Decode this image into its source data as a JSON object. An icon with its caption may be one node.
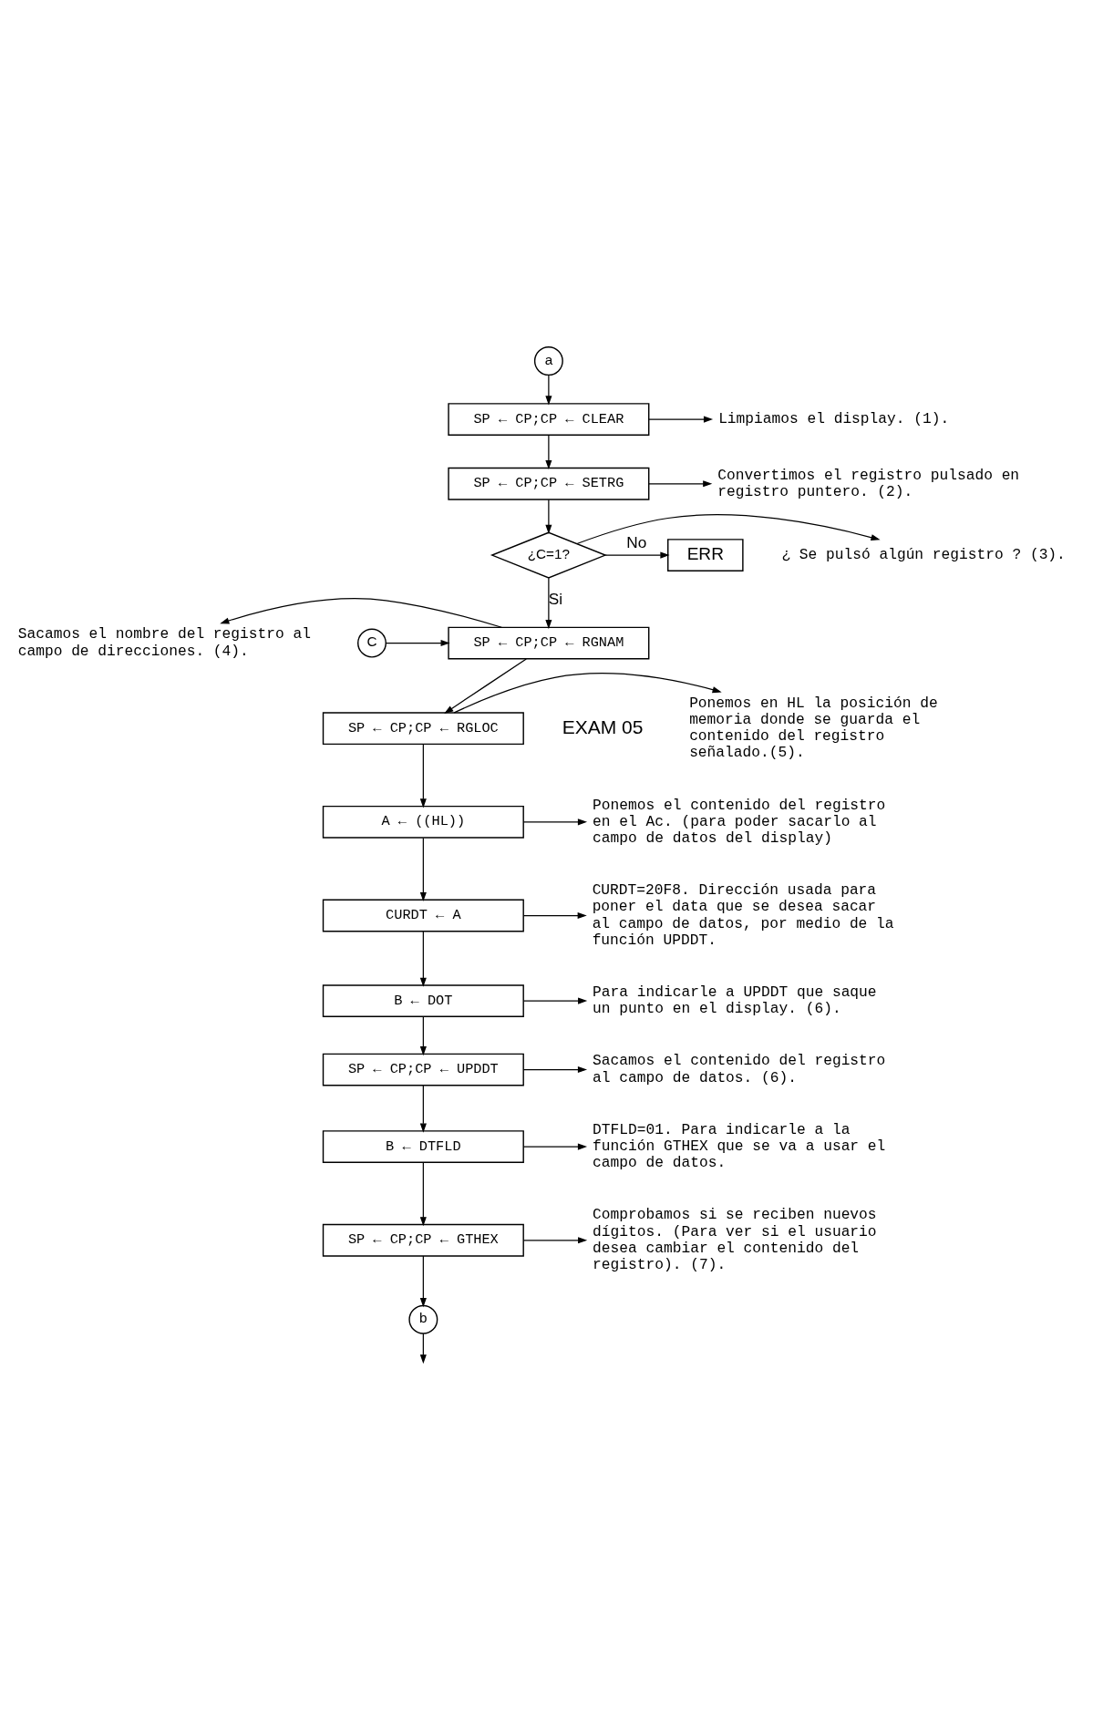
{
  "diagram": {
    "nodes": [
      {
        "text": [
          "a"
        ]
      },
      {
        "text": [
          "SP ← CP;CP ← CLEAR"
        ]
      },
      {
        "text": [
          "SP ← CP;CP ← SETRG"
        ]
      },
      {
        "text": [
          "¿C=1?"
        ]
      },
      {
        "text": [
          "ERR"
        ]
      },
      {
        "text": [
          "C"
        ]
      },
      {
        "text": [
          "SP ← CP;CP ← RGNAM"
        ]
      },
      {
        "text": [
          "SP ← CP;CP ← RGLOC"
        ]
      },
      {
        "text": [
          "A ← ((HL))"
        ]
      },
      {
        "text": [
          "CURDT ← A"
        ]
      },
      {
        "text": [
          "B ← DOT"
        ]
      },
      {
        "text": [
          "SP ← CP;CP ← UPDDT"
        ]
      },
      {
        "text": [
          "B ← DTFLD"
        ]
      },
      {
        "text": [
          "SP ← CP;CP ← GTHEX"
        ]
      },
      {
        "text": [
          "b"
        ]
      },
      {
        "text": [
          "Limpiamos el display. (1)."
        ]
      },
      {
        "text": [
          "Convertimos el registro pulsado en registro puntero. (2)."
        ]
      },
      {
        "text": [
          "¿ Se pulsó algún registro ? (3)."
        ]
      },
      {
        "text": [
          "Sacamos el nombre del registro al campo de direcciones. (4)."
        ]
      },
      {
        "text": [
          "Ponemos en HL la posición de memoria donde se guarda el contenido del registro señalado.(5)."
        ]
      },
      {
        "text": [
          "Ponemos el contenido del registro en el Ac. (para poder sacarlo al campo de datos del display)"
        ]
      },
      {
        "text": [
          "CURDT=20F8. Dirección usada para poner el data que se desea sacar al campo de datos, por medio de la función UPDDT."
        ]
      },
      {
        "text": [
          "Para indicarle a UPDDT que saque un punto en el display. (6)."
        ]
      },
      {
        "text": [
          "Sacamos el contenido del registro al campo de datos. (6)."
        ]
      },
      {
        "text": [
          "DTFLD=01. Para indicarle a la función GTHEX que se va a usar el campo de datos."
        ]
      },
      {
        "text": [
          "Comprobamos si se reciben nuevos dígitos. (Para ver si el usuario desea cambiar el contenido del registro). (7)."
        ]
      }
    ],
    "edges": [
      {
        "from": 0,
        "to": 1,
        "arrow": "to"
      },
      {
        "from": 1,
        "to": 2,
        "arrow": "to"
      },
      {
        "from": 2,
        "to": 3,
        "arrow": "to"
      },
      {
        "from": 3,
        "to": 4,
        "arrow": "to",
        "label": "No"
      },
      {
        "from": 3,
        "to": 6,
        "arrow": "to",
        "label": "Si"
      },
      {
        "from": 5,
        "to": 6,
        "arrow": "to"
      },
      {
        "from": 6,
        "to": 7,
        "arrow": "to"
      },
      {
        "from": 7,
        "to": 8,
        "arrow": "to"
      },
      {
        "from": 8,
        "to": 9,
        "arrow": "to"
      },
      {
        "from": 9,
        "to": 10,
        "arrow": "to"
      },
      {
        "from": 10,
        "to": 11,
        "arrow": "to"
      },
      {
        "from": 11,
        "to": 12,
        "arrow": "to"
      },
      {
        "from": 12,
        "to": 13,
        "arrow": "to"
      },
      {
        "from": 13,
        "to": 14,
        "arrow": "to"
      },
      {
        "from": 14,
        "to": null,
        "arrow": "to"
      },
      {
        "from": 1,
        "to": 15,
        "arrow": "to"
      },
      {
        "from": 2,
        "to": 16,
        "arrow": "to"
      },
      {
        "from": 3,
        "to": 17,
        "arrow": "to"
      },
      {
        "from": 6,
        "to": 18,
        "arrow": "to"
      },
      {
        "from": 7,
        "to": 19,
        "arrow": "to"
      },
      {
        "from": 8,
        "to": 20,
        "arrow": "to"
      },
      {
        "from": 9,
        "to": 21,
        "arrow": "to"
      },
      {
        "from": 10,
        "to": 22,
        "arrow": "to"
      },
      {
        "from": 11,
        "to": 23,
        "arrow": "to"
      },
      {
        "from": 12,
        "to": 24,
        "arrow": "to"
      },
      {
        "from": 13,
        "to": 25,
        "arrow": "to"
      }
    ],
    "labels": [
      "EXAM 05"
    ]
  }
}
